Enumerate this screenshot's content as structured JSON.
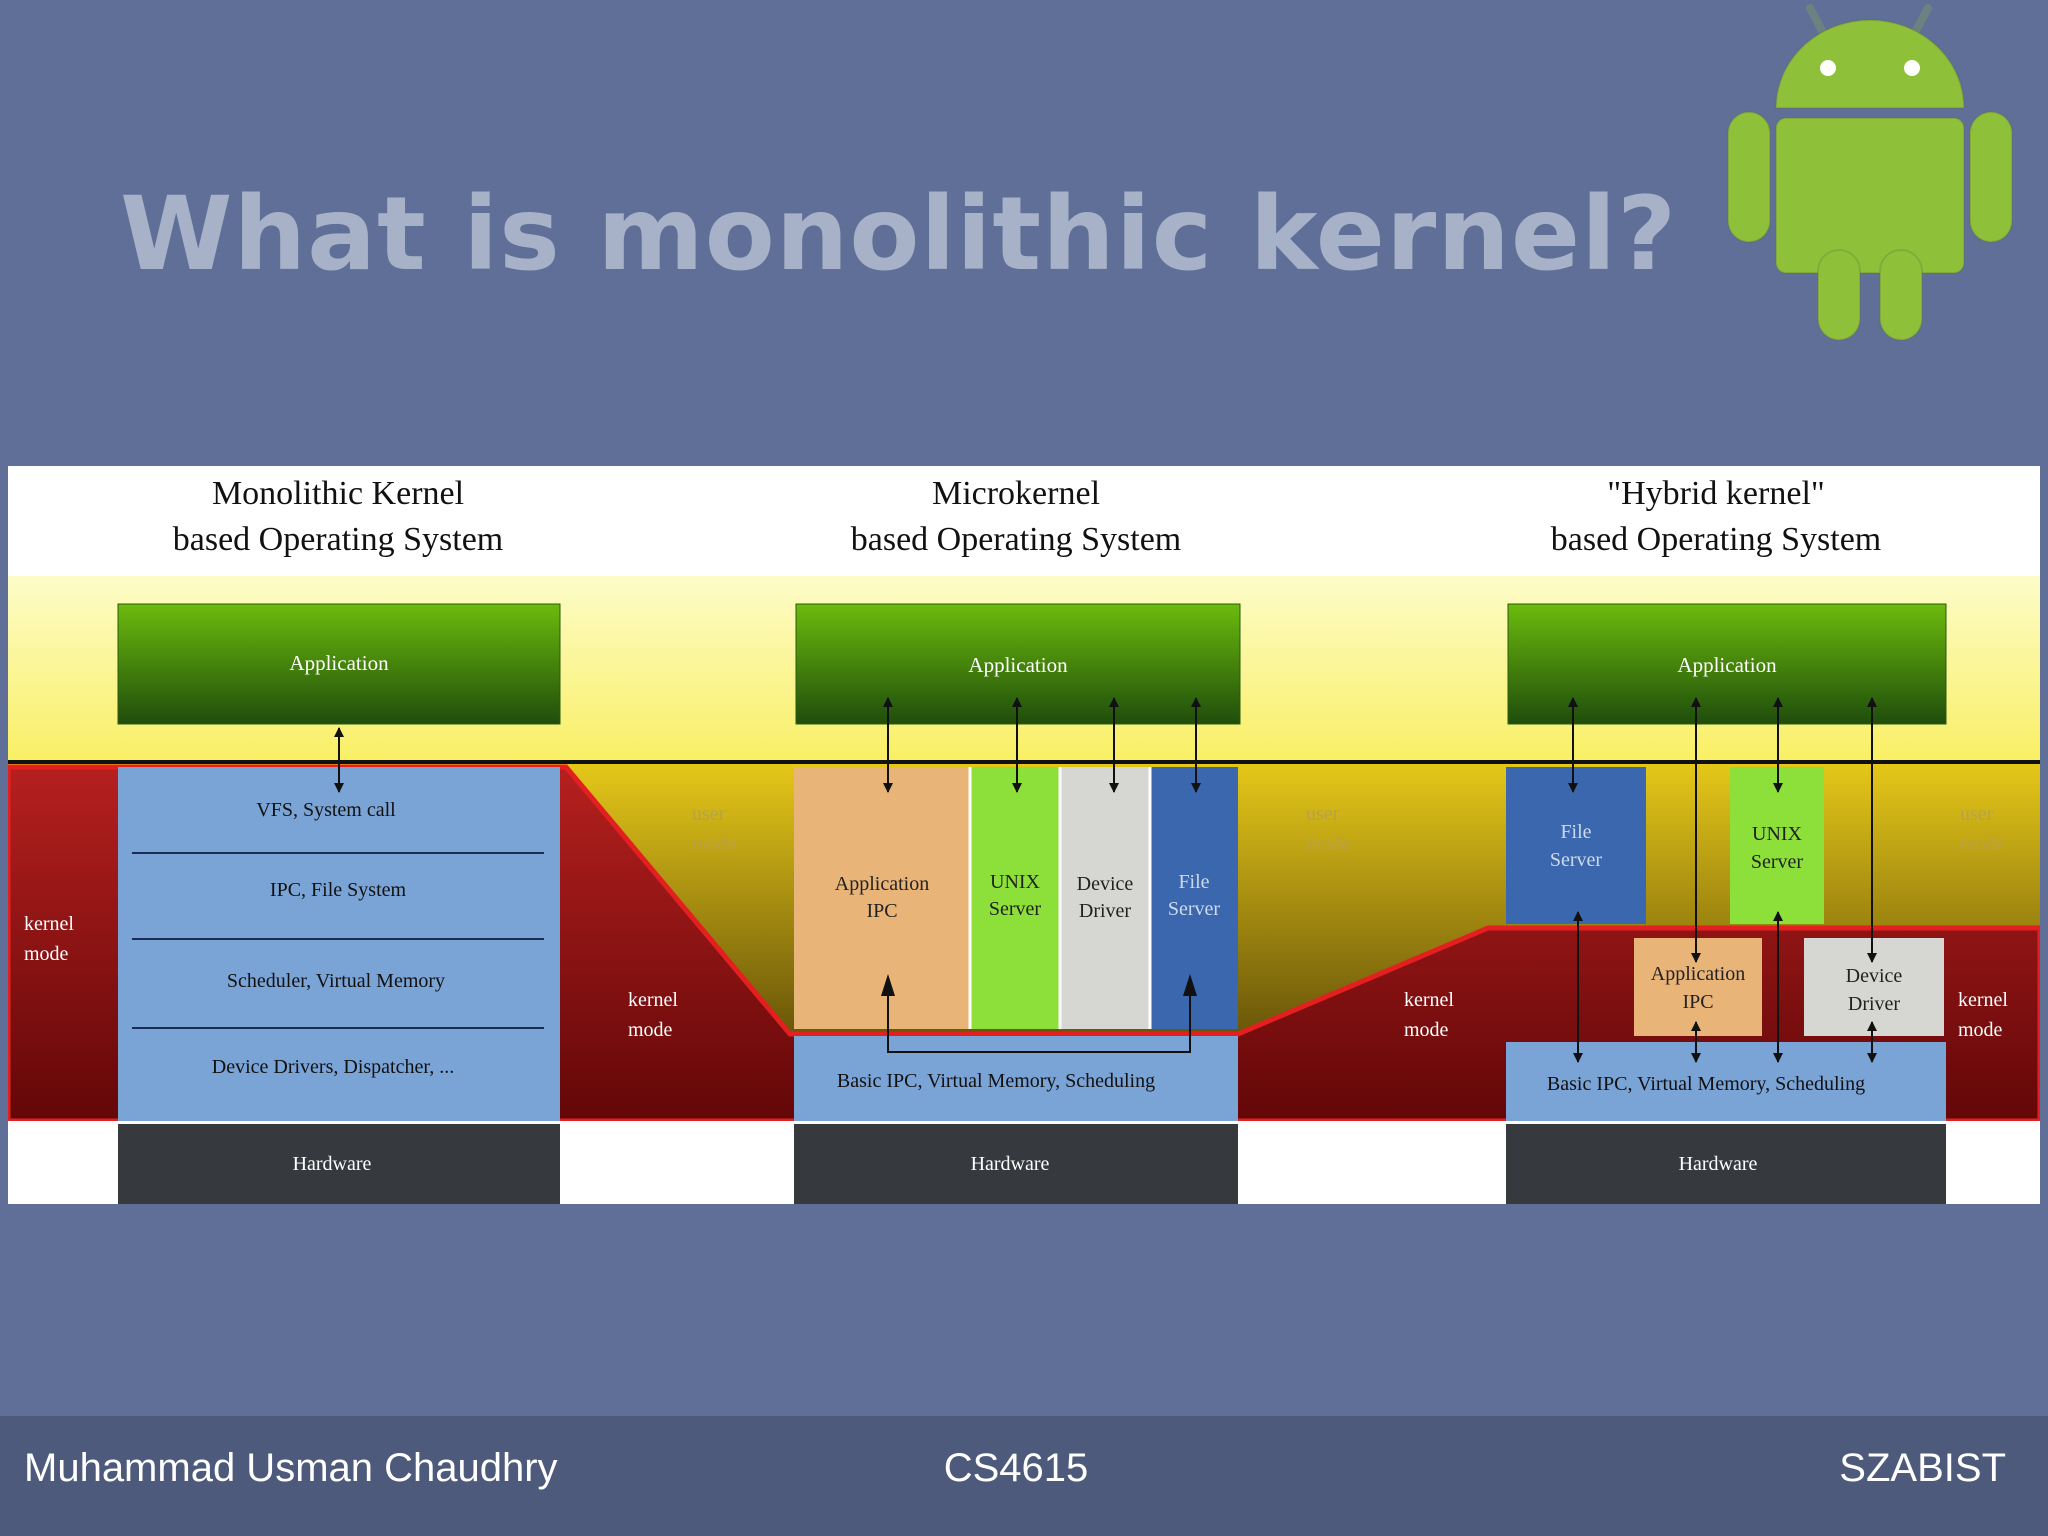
{
  "slide": {
    "title": "What is monolithic kernel?",
    "logo_icon": "android-robot-icon"
  },
  "diagram": {
    "columns": [
      {
        "heading_line1": "Monolithic Kernel",
        "heading_line2": "based Operating System",
        "application": "Application",
        "layers": [
          "VFS, System call",
          "IPC, File System",
          "Scheduler, Virtual Memory",
          "Device Drivers, Dispatcher, ..."
        ],
        "hardware": "Hardware"
      },
      {
        "heading_line1": "Microkernel",
        "heading_line2": "based Operating System",
        "application": "Application",
        "servers": [
          {
            "line1": "Application",
            "line2": "IPC"
          },
          {
            "line1": "UNIX",
            "line2": "Server"
          },
          {
            "line1": "Device",
            "line2": "Driver"
          },
          {
            "line1": "File",
            "line2": "Server"
          }
        ],
        "kernel": "Basic IPC, Virtual Memory, Scheduling",
        "hardware": "Hardware"
      },
      {
        "heading_line1": "\"Hybrid kernel\"",
        "heading_line2": "based Operating System",
        "application": "Application",
        "user_servers": [
          {
            "line1": "File",
            "line2": "Server"
          },
          {
            "line1": "UNIX",
            "line2": "Server"
          }
        ],
        "kernel_servers": [
          {
            "line1": "Application",
            "line2": "IPC"
          },
          {
            "line1": "Device",
            "line2": "Driver"
          }
        ],
        "kernel": "Basic IPC, Virtual Memory, Scheduling",
        "hardware": "Hardware"
      }
    ],
    "mode_labels": {
      "user_line1": "user",
      "user_line2": "mode",
      "kernel_line1": "kernel",
      "kernel_line2": "mode"
    },
    "colors": {
      "application_green": "#3c8a10",
      "kernel_red": "#a3181b",
      "user_yellow": "#f5e62a",
      "layer_blue": "#7aa3d6",
      "server_orange": "#e9b477",
      "server_green": "#8de03a",
      "server_grey": "#d6d6d2",
      "server_blue": "#3a67ad",
      "hardware_dark": "#363a3f"
    }
  },
  "footer": {
    "author": "Muhammad Usman Chaudhry",
    "course": "CS4615",
    "institution": "SZABIST"
  }
}
